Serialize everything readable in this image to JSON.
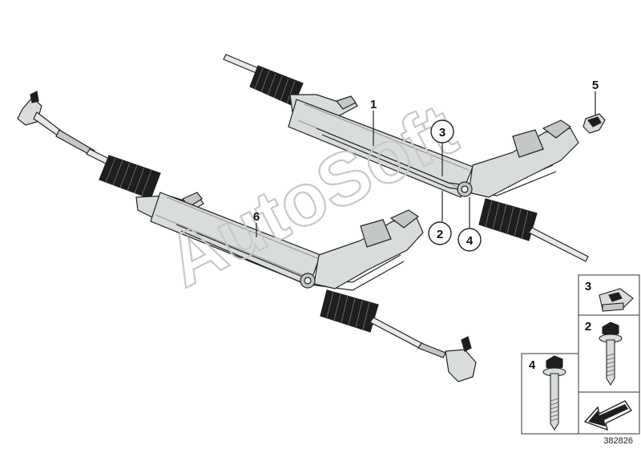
{
  "diagram": {
    "callouts": {
      "c1": "1",
      "c2": "2",
      "c3": "3",
      "c4": "4",
      "c5": "5",
      "c6": "6"
    },
    "panels": {
      "p3": "3",
      "p2": "2",
      "p4": "4"
    },
    "reference_number": "382826",
    "watermark": "AutoSoft",
    "colors": {
      "line": "#222222",
      "part_fill": "#d9dcdd",
      "boot_fill": "#1e1e1e",
      "watermark": "#c8c8c8"
    }
  }
}
